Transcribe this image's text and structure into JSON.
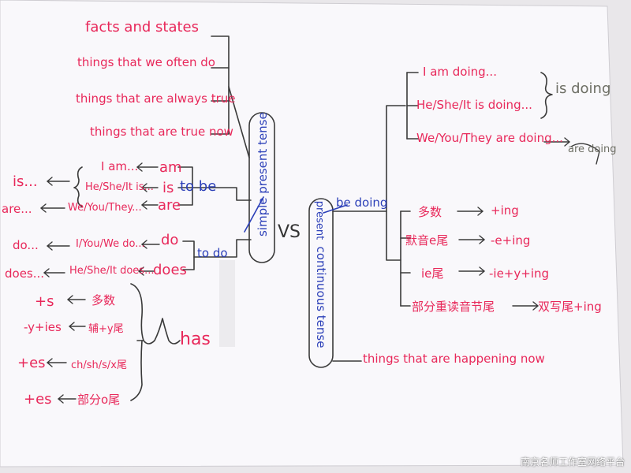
{
  "center": {
    "simple": "simple present tense",
    "vs": "VS",
    "present_word": "present",
    "continuous": "continuous tense"
  },
  "simple_uses": [
    "facts and states",
    "things that we often do",
    "things that are always true",
    "things that are true now"
  ],
  "tobe": {
    "label": "to be",
    "pronouns": [
      "I am...",
      "He/She/It is...",
      "We/You/They..."
    ],
    "forms": [
      "am",
      "is",
      "are"
    ],
    "results": [
      "is...",
      "are..."
    ]
  },
  "todo": {
    "label": "to do",
    "pronouns": [
      "I/You/We do...",
      "He/She/It does..."
    ],
    "forms": [
      "do",
      "does"
    ],
    "results": [
      "do...",
      "does..."
    ]
  },
  "has": "has",
  "rules": [
    {
      "ending": "+s",
      "note": "多数"
    },
    {
      "ending": "-y+ies",
      "note": "辅+y尾"
    },
    {
      "ending": "+es",
      "note": "ch/sh/s/x尾"
    },
    {
      "ending": "+es",
      "note": "部分o尾"
    }
  ],
  "continuous_forms": {
    "label": "be doing",
    "items": [
      "I am doing...",
      "He/She/It is doing...",
      "We/You/They are doing..."
    ],
    "is_doing": "is doing",
    "are_doing": "are doing"
  },
  "ing_rules": [
    {
      "case": "多数",
      "rule": "+ing"
    },
    {
      "case": "默音e尾",
      "rule": "-e+ing"
    },
    {
      "case": "ie尾",
      "rule": "-ie+y+ing"
    },
    {
      "case": "部分重读音节尾",
      "rule": "双写尾+ing"
    }
  ],
  "continuous_use": "things that are happening now",
  "watermark": "南京名师工作室网络平台",
  "colors": {
    "pink": "#e8285a",
    "grey": "#6d6e64",
    "blue": "#2b3fb8",
    "ink": "#3a3a3a"
  }
}
